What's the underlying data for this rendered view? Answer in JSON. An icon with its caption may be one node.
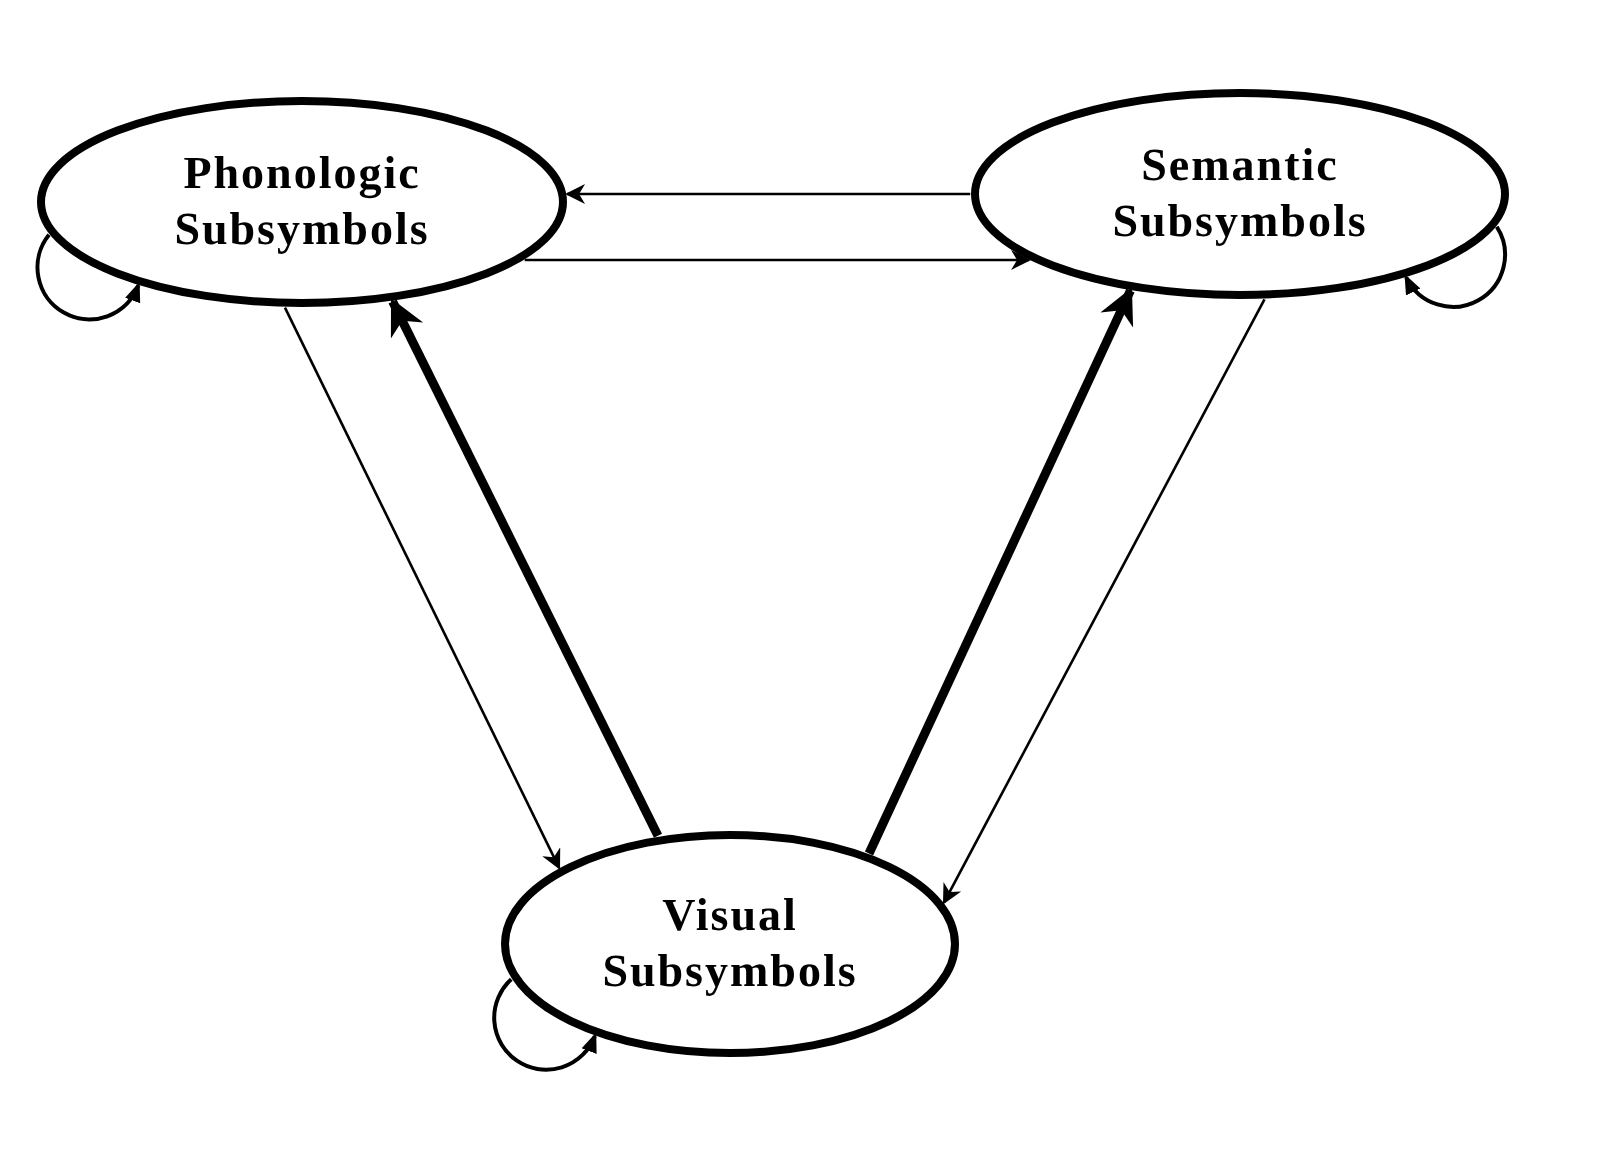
{
  "diagram": {
    "nodes": [
      {
        "text": [
          "Phonologic Subsymbols"
        ]
      },
      {
        "text": [
          "Semantic Subsymbols"
        ]
      },
      {
        "text": [
          "Visual Subsymbols"
        ]
      }
    ],
    "edges": [
      {
        "from": 1,
        "to": 0,
        "arrow": "to"
      },
      {
        "from": 0,
        "to": 1,
        "arrow": "to"
      },
      {
        "from": 0,
        "to": 2,
        "arrow": "to"
      },
      {
        "from": 2,
        "to": 0,
        "arrow": "to",
        "style": "thick"
      },
      {
        "from": 2,
        "to": 1,
        "arrow": "to",
        "style": "thick"
      },
      {
        "from": 1,
        "to": 2,
        "arrow": "to"
      },
      {
        "from": 0,
        "to": 0,
        "arrow": "to"
      },
      {
        "from": 1,
        "to": 1,
        "arrow": "to"
      },
      {
        "from": 2,
        "to": 2,
        "arrow": "to"
      }
    ]
  }
}
